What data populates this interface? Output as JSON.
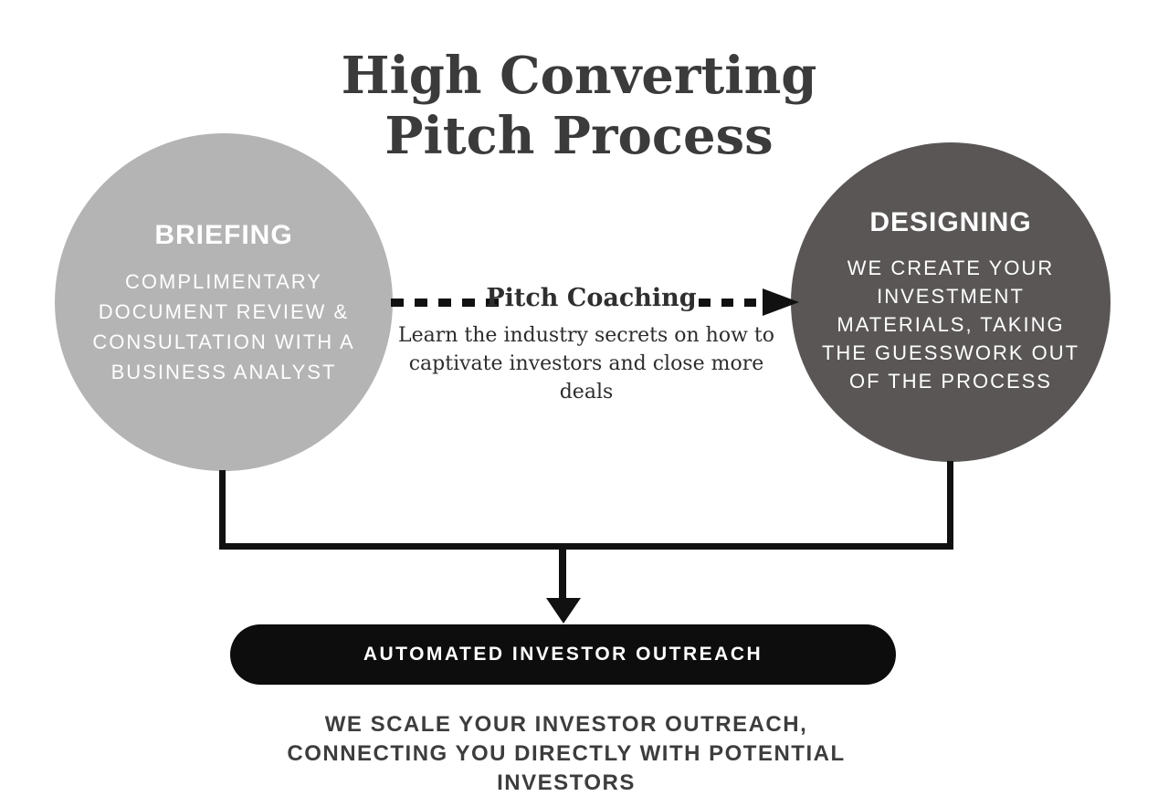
{
  "title": {
    "text": "High Converting\nPitch Process"
  },
  "nodes": {
    "briefing": {
      "heading": "BRIEFING",
      "body": "COMPLIMENTARY\nDOCUMENT REVIEW &\nCONSULTATION WITH A\nBUSINESS ANALYST"
    },
    "designing": {
      "heading": "DESIGNING",
      "body": "WE CREATE YOUR\nINVESTMENT\nMATERIALS, TAKING\nTHE GUESSWORK OUT\nOF THE PROCESS"
    },
    "coaching": {
      "heading": "Pitch Coaching",
      "body": "Learn the industry secrets on how to\ncaptivate investors and close more\ndeals"
    },
    "outreach": {
      "label": "AUTOMATED INVESTOR OUTREACH",
      "body": "WE SCALE YOUR INVESTOR OUTREACH,\nCONNECTING YOU DIRECTLY WITH POTENTIAL\nINVESTORS"
    }
  },
  "colors": {
    "briefing_circle": "#B4B4B4",
    "designing_circle": "#5A5656",
    "connector": "#111111",
    "outreach_pill": "#0D0D0D",
    "title_text": "#3B3B3B",
    "coaching_text": "#2D2D2D",
    "bottom_text": "#3D3D3D",
    "circle_text": "#FFFFFF"
  }
}
